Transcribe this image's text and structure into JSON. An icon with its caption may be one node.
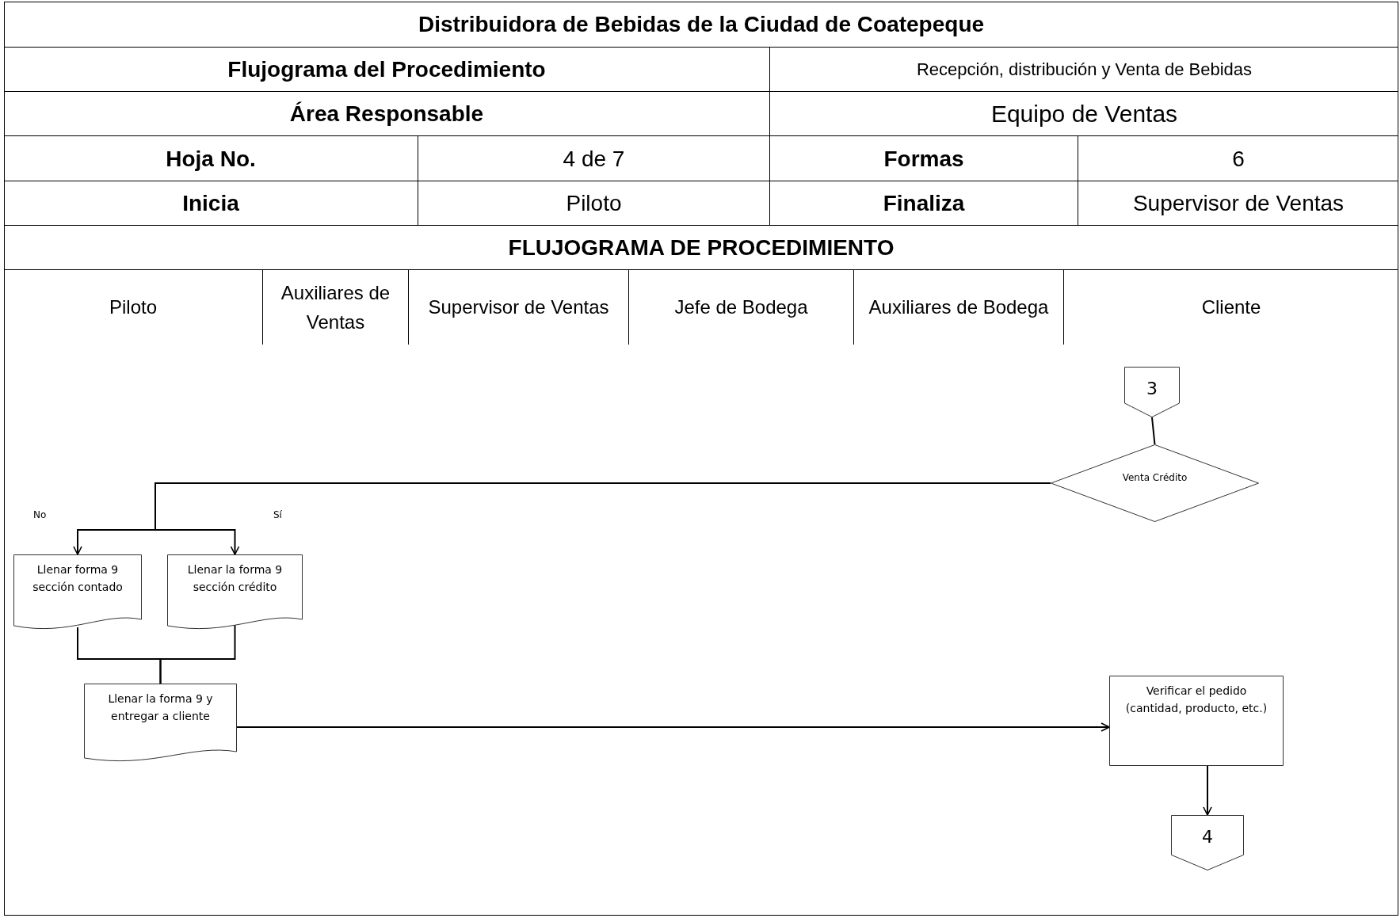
{
  "diagram": {
    "title": "Distribuidora de Bebidas de la Ciudad de Coatepeque",
    "nodes": [
      {
        "text": [
          "3"
        ]
      },
      {
        "text": [
          "Venta Crédito"
        ]
      },
      {
        "text": [
          "Llenar forma 9 sección contado"
        ]
      },
      {
        "text": [
          "Llenar la forma 9 sección crédito"
        ]
      },
      {
        "text": [
          "Llenar la forma 9 y entregar a cliente"
        ]
      },
      {
        "text": [
          "Verificar el pedido (cantidad, producto, etc.)"
        ]
      },
      {
        "text": [
          "4"
        ]
      }
    ],
    "edges": [
      {
        "from": 0,
        "to": 1,
        "arrow": "none"
      },
      {
        "from": 1,
        "to": 2,
        "arrow": "to",
        "label": "No"
      },
      {
        "from": 1,
        "to": 3,
        "arrow": "to",
        "label": "Sí"
      },
      {
        "from": 2,
        "to": 4,
        "arrow": "none"
      },
      {
        "from": 3,
        "to": 4,
        "arrow": "none"
      },
      {
        "from": 4,
        "to": 5,
        "arrow": "to"
      },
      {
        "from": 5,
        "to": 6,
        "arrow": "to"
      }
    ],
    "labels": [
      "Flujograma del Procedimiento",
      "Recepción, distribución y Venta de Bebidas",
      "Área Responsable",
      "Equipo de Ventas",
      "Hoja No.",
      "4 de 7",
      "Formas",
      "6",
      "Inicia",
      "Piloto",
      "Finaliza",
      "Supervisor de Ventas",
      "FLUJOGRAMA DE PROCEDIMIENTO",
      "Piloto",
      "Auxiliares de Ventas",
      "Supervisor de Ventas",
      "Jefe de Bodega",
      "Auxiliares de Bodega",
      "Cliente"
    ]
  }
}
